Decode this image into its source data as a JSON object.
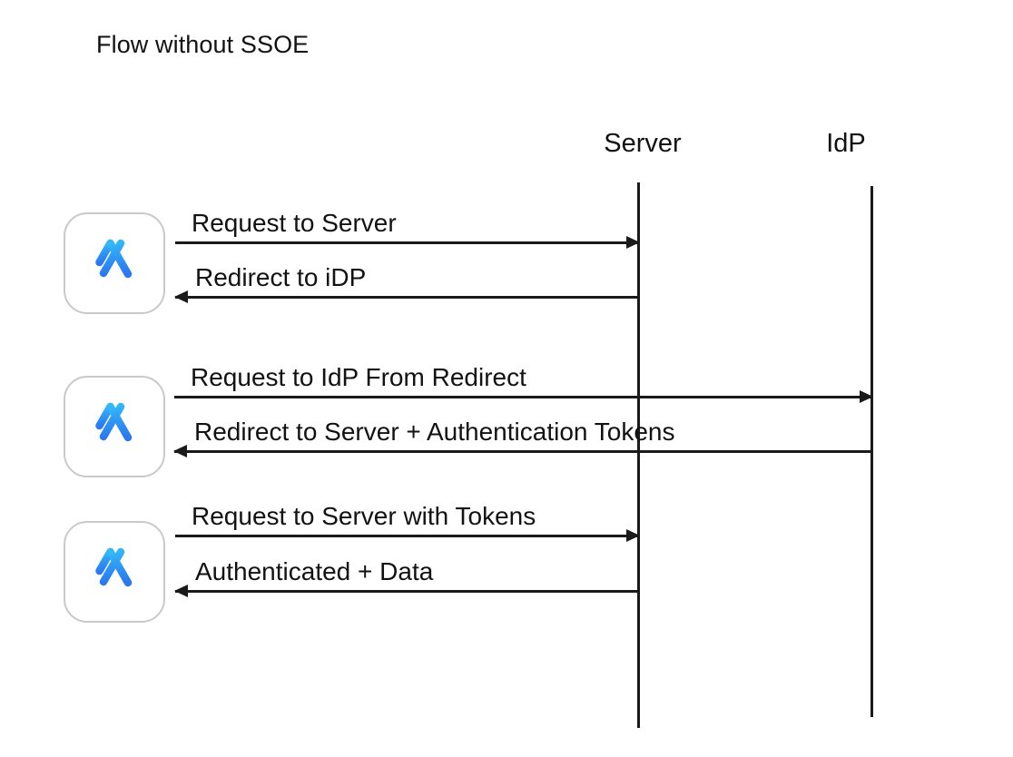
{
  "title": "Flow without SSOE",
  "colors": {
    "background": "#ffffff",
    "stroke": "#1a1a1a",
    "text": "#121212",
    "icon_blue_light": "#31b0f5",
    "icon_blue_dark": "#2b7af0",
    "icon_border": "#c9c9c9"
  },
  "lifelines": [
    {
      "name": "server",
      "label": "Server"
    },
    {
      "name": "idp",
      "label": "IdP"
    }
  ],
  "actors": [
    {
      "name": "client-1",
      "icon": "app-store-icon"
    },
    {
      "name": "client-2",
      "icon": "app-store-icon"
    },
    {
      "name": "client-3",
      "icon": "app-store-icon"
    }
  ],
  "messages": [
    {
      "index": 1,
      "label": "Request to Server",
      "from": "client",
      "to": "server",
      "direction": "right"
    },
    {
      "index": 2,
      "label": "Redirect to iDP",
      "from": "server",
      "to": "client",
      "direction": "left"
    },
    {
      "index": 3,
      "label": "Request to IdP From Redirect",
      "from": "client",
      "to": "idp",
      "direction": "right"
    },
    {
      "index": 4,
      "label": "Redirect to Server + Authentication Tokens",
      "from": "idp",
      "to": "client",
      "direction": "left"
    },
    {
      "index": 5,
      "label": "Request to Server with Tokens",
      "from": "client",
      "to": "server",
      "direction": "right"
    },
    {
      "index": 6,
      "label": "Authenticated + Data",
      "from": "server",
      "to": "client",
      "direction": "left"
    }
  ]
}
